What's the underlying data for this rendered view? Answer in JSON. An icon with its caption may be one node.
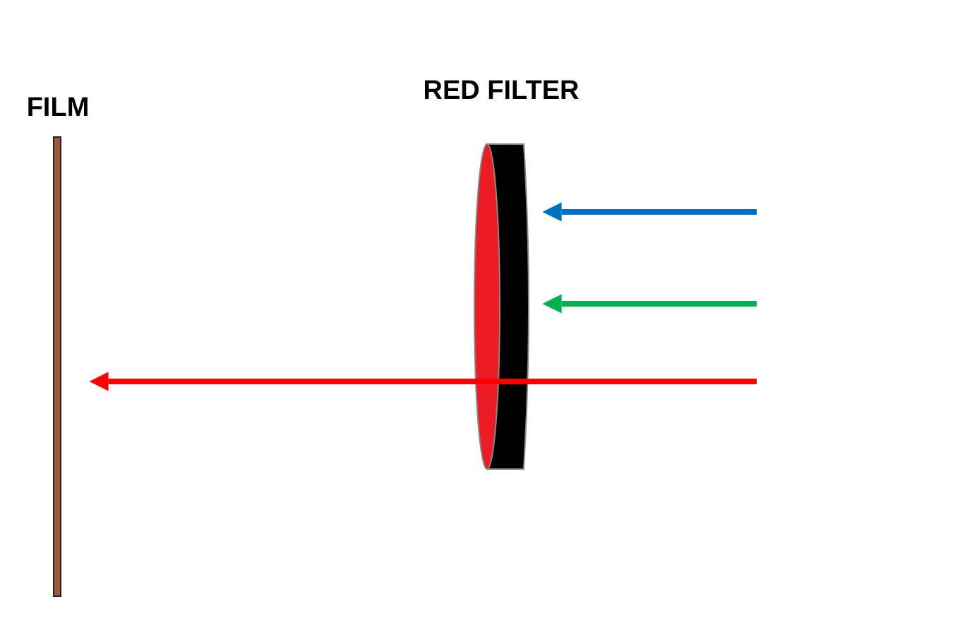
{
  "diagram": {
    "nodes": [
      {
        "text": [
          "FILM"
        ]
      },
      {
        "text": [
          "RED FILTER"
        ]
      }
    ],
    "edges": [
      {
        "from": null,
        "to": 1,
        "arrow": "to",
        "color": "#0070c0"
      },
      {
        "from": null,
        "to": 1,
        "arrow": "to",
        "color": "#00b050"
      },
      {
        "from": null,
        "to": 0,
        "arrow": "to",
        "color": "#ff0000"
      }
    ]
  }
}
